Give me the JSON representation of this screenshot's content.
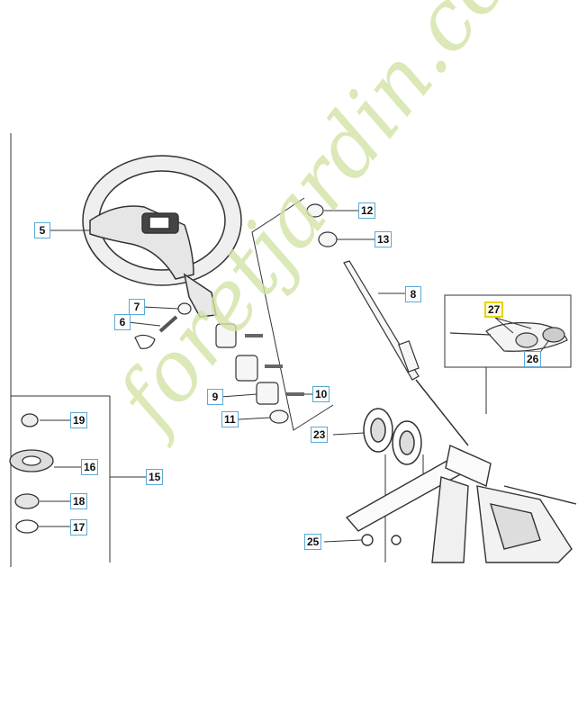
{
  "watermark": {
    "brand": "foretjardin.com"
  },
  "callouts": [
    {
      "id": "5",
      "highlighted": false
    },
    {
      "id": "7",
      "highlighted": false
    },
    {
      "id": "6",
      "highlighted": false
    },
    {
      "id": "9",
      "highlighted": false
    },
    {
      "id": "10",
      "highlighted": false
    },
    {
      "id": "11",
      "highlighted": false
    },
    {
      "id": "12",
      "highlighted": false
    },
    {
      "id": "13",
      "highlighted": false
    },
    {
      "id": "8",
      "highlighted": false
    },
    {
      "id": "23",
      "highlighted": false
    },
    {
      "id": "25",
      "highlighted": false
    },
    {
      "id": "19",
      "highlighted": false
    },
    {
      "id": "16",
      "highlighted": false
    },
    {
      "id": "15",
      "highlighted": false
    },
    {
      "id": "18",
      "highlighted": false
    },
    {
      "id": "17",
      "highlighted": false
    },
    {
      "id": "27",
      "highlighted": true
    },
    {
      "id": "26",
      "highlighted": false
    }
  ],
  "colors": {
    "callout_border": "#5aa9d6",
    "highlight": "#e8d400",
    "line": "#333333",
    "watermark_green": "#d3e3a6",
    "watermark_gray": "#d8d3cc"
  }
}
